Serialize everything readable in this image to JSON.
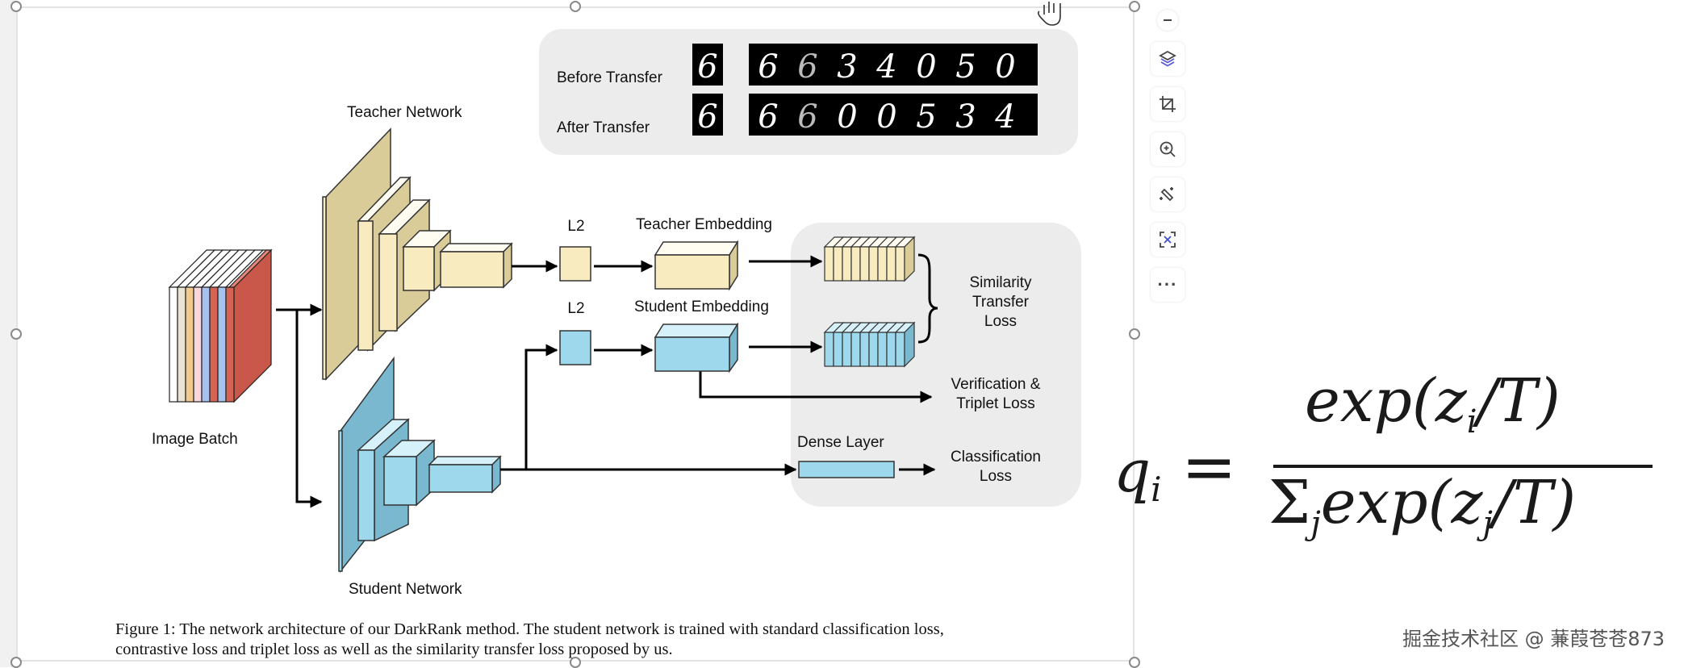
{
  "figure": {
    "transfer_panel": {
      "rows": [
        {
          "label": "Before Transfer",
          "query": "6",
          "ranked": [
            "6",
            "6",
            "3",
            "4",
            "0",
            "5",
            "0"
          ]
        },
        {
          "label": "After Transfer",
          "query": "6",
          "ranked": [
            "6",
            "6",
            "0",
            "0",
            "5",
            "3",
            "4"
          ]
        }
      ]
    },
    "labels": {
      "teacher_network": "Teacher Network",
      "student_network": "Student Network",
      "image_batch": "Image Batch",
      "l2_teacher": "L2",
      "l2_student": "L2",
      "teacher_embedding": "Teacher Embedding",
      "student_embedding": "Student Embedding",
      "similarity_loss": [
        "Similarity",
        "Transfer",
        "Loss"
      ],
      "verification_loss": [
        "Verification &",
        "Triplet Loss"
      ],
      "dense_layer": "Dense Layer",
      "classification_loss": [
        "Classification",
        "Loss"
      ]
    },
    "caption_lines": [
      "Figure 1: The network architecture of our DarkRank method. The student network is trained with standard classification loss,",
      "contrastive loss and triplet loss as well as the similarity transfer loss proposed by us."
    ],
    "colors": {
      "teacher_fill": "#f8ebbf",
      "teacher_side": "#d9cc98",
      "student_fill": "#9dd8ec",
      "student_side": "#79b8cf",
      "loss_panel": "#ececec",
      "batch_red": "#c9574a"
    }
  },
  "toolbar": {
    "collapse": "collapse-icon",
    "items": [
      "layers-icon",
      "crop-icon",
      "zoom-in-icon",
      "magic-wand-icon",
      "scan-icon",
      "more-icon"
    ],
    "more_label": "···"
  },
  "formula": {
    "lhs": "q",
    "lhs_sub": "i",
    "equals": "=",
    "num_pre": "exp(z",
    "num_sub": "i",
    "num_post": "/T)",
    "den_sigma": "Σ",
    "den_sigma_sub": "j",
    "den_pre": "exp(z",
    "den_sub": "j",
    "den_post": "/T)"
  },
  "watermark": "掘金技术社区 @ 蒹葭苍苍873"
}
